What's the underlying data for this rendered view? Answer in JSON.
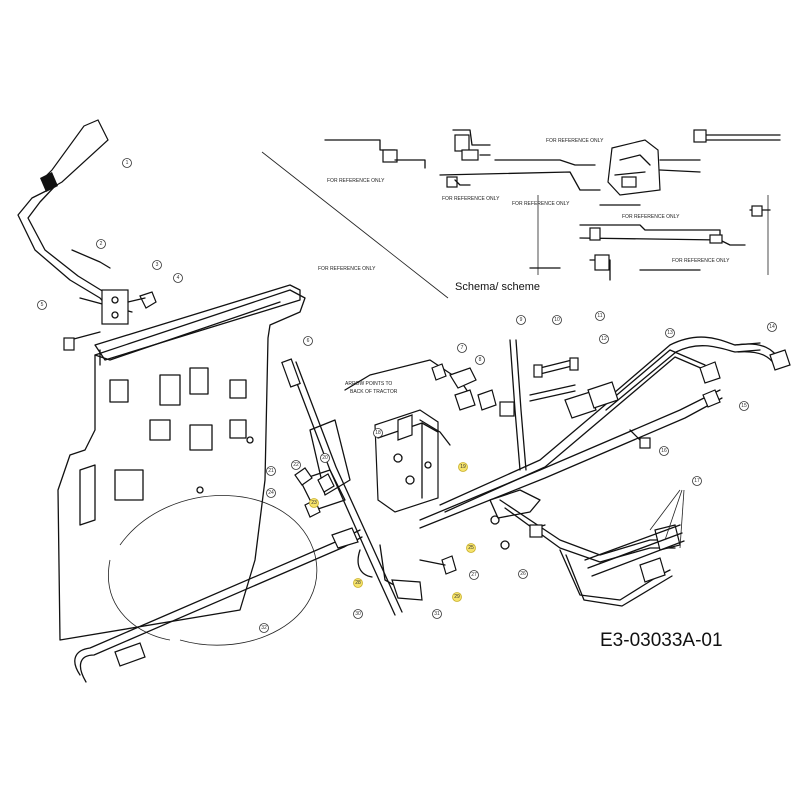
{
  "diagram": {
    "code": "E3-03033A-01",
    "schema_label": "Schema/ scheme",
    "notes": {
      "reference_only": "FOR REFERENCE ONLY",
      "arrow_points": "ARROW POINTS TO",
      "back_of_tractor": "BACK OF TRACTOR"
    },
    "highlight_color": "#f6e36a"
  },
  "callouts": [
    {
      "id": "c1",
      "label": "1"
    },
    {
      "id": "c2",
      "label": "2"
    },
    {
      "id": "c3",
      "label": "3"
    },
    {
      "id": "c4",
      "label": "4"
    },
    {
      "id": "c5",
      "label": "5"
    },
    {
      "id": "c6",
      "label": "6"
    },
    {
      "id": "c7",
      "label": "7"
    },
    {
      "id": "c8",
      "label": "8"
    },
    {
      "id": "c9",
      "label": "9"
    },
    {
      "id": "c10",
      "label": "10"
    },
    {
      "id": "c11",
      "label": "11"
    },
    {
      "id": "c12",
      "label": "12"
    },
    {
      "id": "c13",
      "label": "13"
    },
    {
      "id": "c14",
      "label": "14"
    },
    {
      "id": "c15",
      "label": "15"
    },
    {
      "id": "c16",
      "label": "16"
    },
    {
      "id": "c17",
      "label": "17"
    },
    {
      "id": "c18",
      "label": "18"
    },
    {
      "id": "c19",
      "label": "19"
    },
    {
      "id": "c20",
      "label": "20"
    },
    {
      "id": "c21",
      "label": "21"
    },
    {
      "id": "c22",
      "label": "22"
    },
    {
      "id": "c23",
      "label": "23"
    },
    {
      "id": "c24",
      "label": "24"
    },
    {
      "id": "c25",
      "label": "25"
    },
    {
      "id": "c26",
      "label": "26"
    },
    {
      "id": "c27",
      "label": "27"
    },
    {
      "id": "c28",
      "label": "28"
    },
    {
      "id": "c29",
      "label": "29"
    },
    {
      "id": "c30",
      "label": "30"
    },
    {
      "id": "c31",
      "label": "31"
    },
    {
      "id": "c32",
      "label": "32"
    }
  ]
}
